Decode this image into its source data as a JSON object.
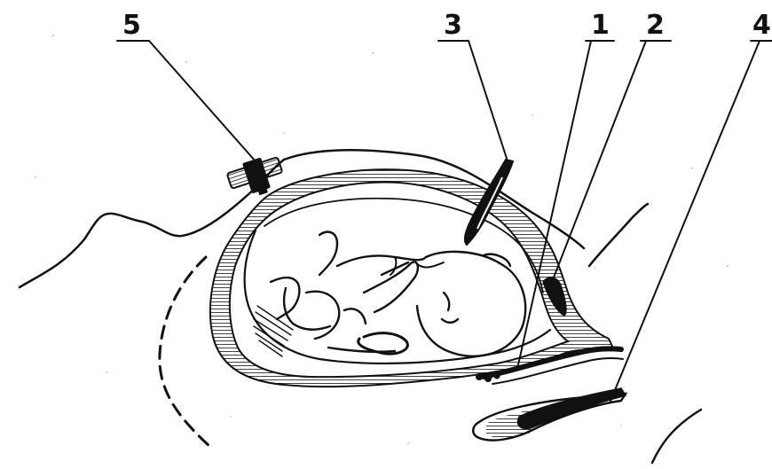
{
  "labels": [
    {
      "id": "1",
      "text": "1"
    },
    {
      "id": "2",
      "text": "2"
    },
    {
      "id": "3",
      "text": "3"
    },
    {
      "id": "4",
      "text": "4"
    },
    {
      "id": "5",
      "text": "5"
    }
  ],
  "colors": {
    "ink": "#111111",
    "background": "#ffffff"
  }
}
